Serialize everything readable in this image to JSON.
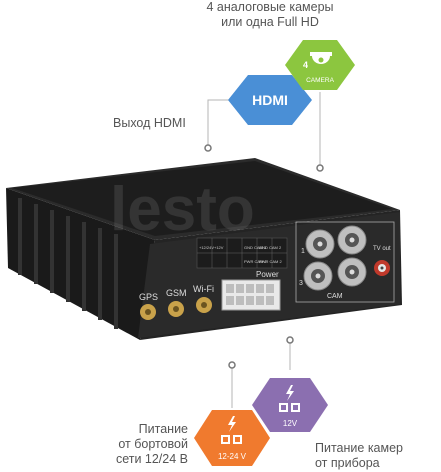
{
  "captions": {
    "cameras_line1": "4 аналоговые камеры",
    "cameras_line2": "или одна Full HD",
    "hdmi_out": "Выход HDMI",
    "power_onboard_line1": "Питание",
    "power_onboard_line2": "от бортовой",
    "power_onboard_line3": "сети 12/24 В",
    "power_cameras_line1": "Питание камер",
    "power_cameras_line2": "от прибора"
  },
  "badges": {
    "hdmi": {
      "label": "HDMI",
      "color": "#4a8fd6",
      "icon": "hdmi-logo"
    },
    "camera": {
      "count": "4",
      "label": "CAMERA",
      "color": "#8cc63f",
      "icon": "dome-camera-icon"
    },
    "power_12v": {
      "label": "12V",
      "color": "#8b6fb0",
      "icon": "lightning-icon"
    },
    "power_12_24v": {
      "label": "12-24 V",
      "color": "#f07a2e",
      "icon": "lightning-icon"
    }
  },
  "device": {
    "port_labels": {
      "gps": "GPS",
      "gsm": "GSM",
      "wifi": "Wi-Fi",
      "power": "Power",
      "tv_out": "TV out",
      "cam": "CAM",
      "cam1": "1",
      "cam3": "3"
    },
    "terminal_labels": [
      "+12/24V",
      "+12V",
      "GND CAM 1",
      "GND CAM 2",
      "PWR CAM 1",
      "PWR CAM 2"
    ],
    "watermark": "lesto"
  }
}
